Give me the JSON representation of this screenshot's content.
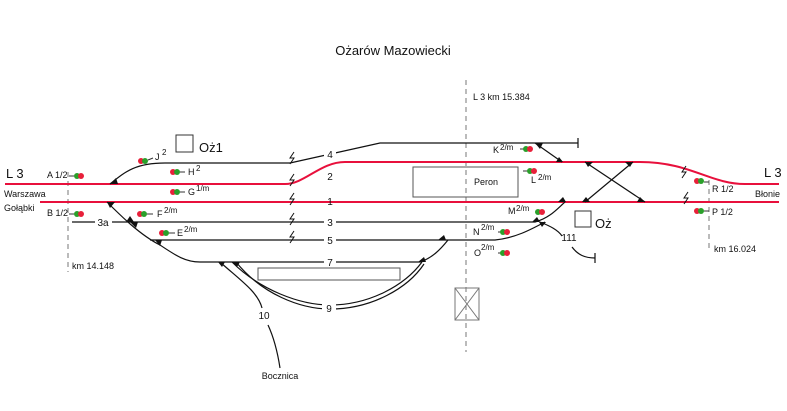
{
  "title": "Ożarów Mazowiecki",
  "line_km_center": "L 3  km  15.384",
  "left": {
    "line": "L 3",
    "direction_1": "Warszawa",
    "direction_2": "Gołąbki",
    "km": "km 14.148"
  },
  "right": {
    "line": "L 3",
    "direction": "Błonie",
    "km": "km 16.024"
  },
  "boxes": {
    "oz1": "Oż1",
    "oz": "Oż"
  },
  "platforms": {
    "peron": "Peron"
  },
  "tracks": {
    "t4": "4",
    "t2": "2",
    "t1": "1",
    "t3": "3",
    "t3a": "3a",
    "t5": "5",
    "t7": "7",
    "t9": "9",
    "t10": "10",
    "t111": "111",
    "siding": "Bocznica"
  },
  "signals": {
    "A": {
      "name": "A",
      "sup": "1/2"
    },
    "B": {
      "name": "B",
      "sup": "1/2"
    },
    "J": {
      "name": "J",
      "sup": "2"
    },
    "H": {
      "name": "H",
      "sup": "2"
    },
    "G": {
      "name": "G",
      "sup": "1/m"
    },
    "F": {
      "name": "F",
      "sup": "2/m"
    },
    "E": {
      "name": "E",
      "sup": "2/m"
    },
    "K": {
      "name": "K",
      "sup": "2/m"
    },
    "L": {
      "name": "L",
      "sup": "2/m"
    },
    "M": {
      "name": "M",
      "sup": "2/m"
    },
    "N": {
      "name": "N",
      "sup": "2/m"
    },
    "O": {
      "name": "O",
      "sup": "2/m"
    },
    "R": {
      "name": "R",
      "sup": "1/2"
    },
    "P": {
      "name": "P",
      "sup": "1/2"
    }
  },
  "colors": {
    "main_track": "#e8103c",
    "signal_red": "#e8203a",
    "signal_green": "#2aa02a"
  }
}
